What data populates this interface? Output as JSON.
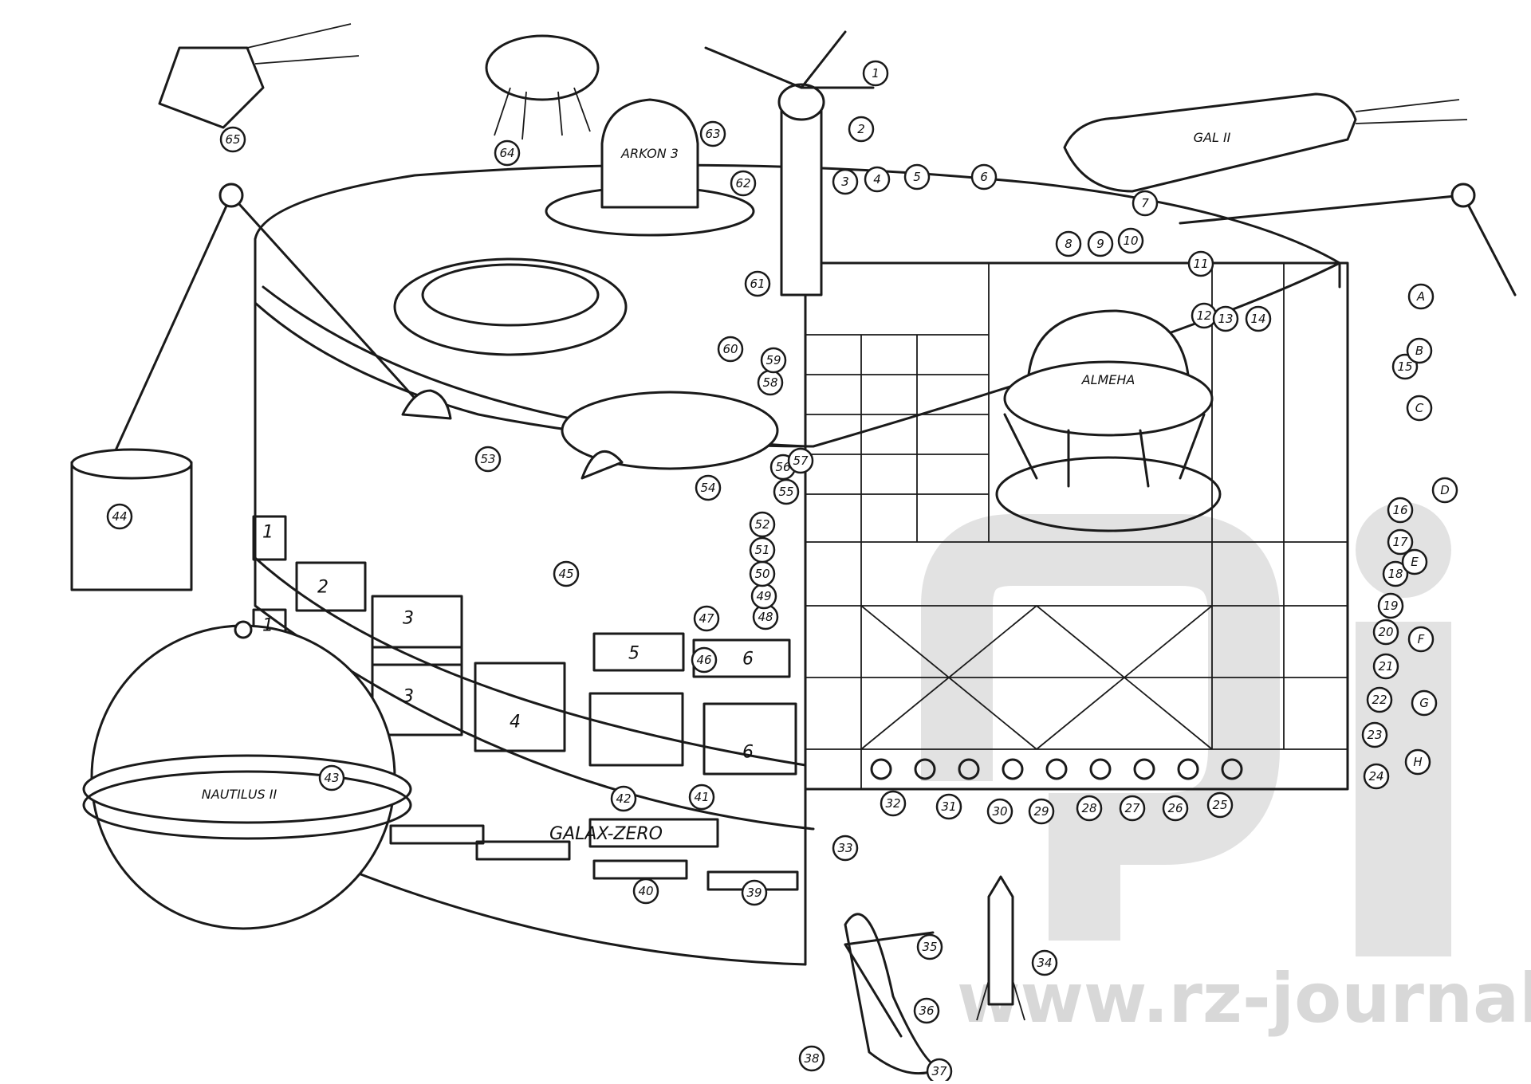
{
  "watermark": {
    "text": "www.rz-journal.de",
    "color": "#d0d0d0"
  },
  "labels": {
    "station_name": "GALAX-ZERO",
    "sphere_name": "NAUTILUS II",
    "core_sphere_name": "ALMEHA",
    "dome_name": "ARKON 3",
    "ship_name": "GAL II"
  },
  "module_numbers": [
    "1",
    "1",
    "2",
    "3",
    "3",
    "4",
    "5",
    "6",
    "6"
  ],
  "callouts_numeric": [
    "1",
    "2",
    "3",
    "4",
    "5",
    "6",
    "7",
    "8",
    "9",
    "10",
    "11",
    "12",
    "13",
    "14",
    "15",
    "16",
    "17",
    "18",
    "19",
    "20",
    "21",
    "22",
    "23",
    "24",
    "25",
    "26",
    "27",
    "28",
    "29",
    "30",
    "31",
    "32",
    "33",
    "34",
    "35",
    "36",
    "37",
    "38",
    "39",
    "40",
    "41",
    "42",
    "43",
    "44",
    "45",
    "46",
    "47",
    "48",
    "49",
    "50",
    "51",
    "52",
    "53",
    "54",
    "55",
    "56",
    "57",
    "58",
    "59",
    "60",
    "61",
    "62",
    "63",
    "64",
    "65"
  ],
  "callouts_letters": [
    "A",
    "B",
    "C",
    "D",
    "E",
    "F",
    "G",
    "H"
  ],
  "colors": {
    "ink": "#1a1a1a",
    "paper": "#ffffff",
    "watermark": "#d8d8d8"
  }
}
